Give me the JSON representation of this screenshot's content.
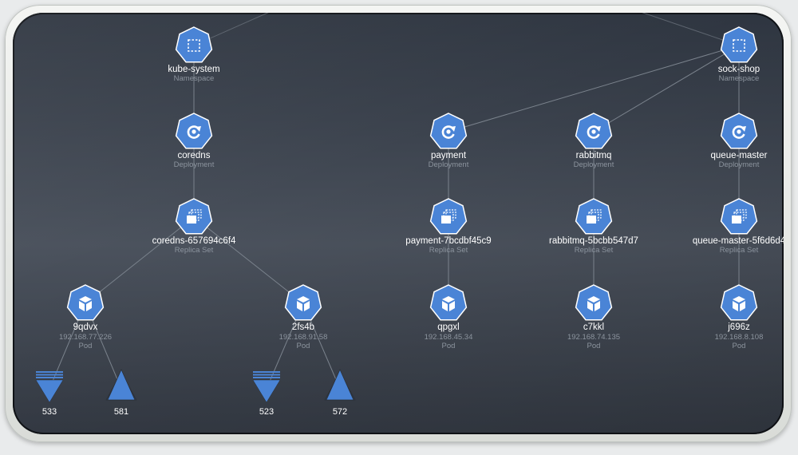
{
  "colors": {
    "node": "#4a84d6",
    "edge": "#7a828c",
    "label": "#ffffff",
    "sublabel": "#8c949e"
  },
  "nodes": [
    {
      "id": "kube-system",
      "name": "kube-system",
      "kind": "Namespace",
      "icon": "namespace-icon"
    },
    {
      "id": "sock-shop",
      "name": "sock-shop",
      "kind": "Namespace",
      "icon": "namespace-icon"
    },
    {
      "id": "coredns",
      "name": "coredns",
      "kind": "Deployment",
      "icon": "deployment-icon"
    },
    {
      "id": "payment",
      "name": "payment",
      "kind": "Deployment",
      "icon": "deployment-icon"
    },
    {
      "id": "rabbitmq",
      "name": "rabbitmq",
      "kind": "Deployment",
      "icon": "deployment-icon"
    },
    {
      "id": "queue-master",
      "name": "queue-master",
      "kind": "Deployment",
      "icon": "deployment-icon"
    },
    {
      "id": "coredns-rs",
      "name": "coredns-657694c6f4",
      "kind": "Replica Set",
      "icon": "replicaset-icon"
    },
    {
      "id": "payment-rs",
      "name": "payment-7bcdbf45c9",
      "kind": "Replica Set",
      "icon": "replicaset-icon"
    },
    {
      "id": "rabbitmq-rs",
      "name": "rabbitmq-5bcbb547d7",
      "kind": "Replica Set",
      "icon": "replicaset-icon"
    },
    {
      "id": "queue-master-rs",
      "name": "queue-master-5f6d6d4",
      "kind": "Replica Set",
      "icon": "replicaset-icon"
    },
    {
      "id": "pod-9qdvx",
      "name": "9qdvx",
      "ip": "192.168.77.226",
      "kind": "Pod",
      "icon": "pod-icon"
    },
    {
      "id": "pod-2fs4b",
      "name": "2fs4b",
      "ip": "192.168.91.58",
      "kind": "Pod",
      "icon": "pod-icon"
    },
    {
      "id": "pod-qpgxl",
      "name": "qpgxl",
      "ip": "192.168.45.34",
      "kind": "Pod",
      "icon": "pod-icon"
    },
    {
      "id": "pod-c7kkl",
      "name": "c7kkl",
      "ip": "192.168.74.135",
      "kind": "Pod",
      "icon": "pod-icon"
    },
    {
      "id": "pod-j696z",
      "name": "j696z",
      "ip": "192.168.8.108",
      "kind": "Pod",
      "icon": "pod-icon"
    }
  ],
  "metrics": [
    {
      "id": "m533",
      "value": "533",
      "direction": "down",
      "icon": "traffic-in-icon"
    },
    {
      "id": "m581",
      "value": "581",
      "direction": "up",
      "icon": "traffic-out-icon"
    },
    {
      "id": "m523",
      "value": "523",
      "direction": "down",
      "icon": "traffic-in-icon"
    },
    {
      "id": "m572",
      "value": "572",
      "direction": "up",
      "icon": "traffic-out-icon"
    }
  ],
  "edges": [
    [
      "kube-system",
      "coredns"
    ],
    [
      "coredns",
      "coredns-rs"
    ],
    [
      "coredns-rs",
      "pod-9qdvx"
    ],
    [
      "coredns-rs",
      "pod-2fs4b"
    ],
    [
      "pod-9qdvx",
      "m533"
    ],
    [
      "pod-9qdvx",
      "m581"
    ],
    [
      "pod-2fs4b",
      "m523"
    ],
    [
      "pod-2fs4b",
      "m572"
    ],
    [
      "sock-shop",
      "payment"
    ],
    [
      "sock-shop",
      "rabbitmq"
    ],
    [
      "sock-shop",
      "queue-master"
    ],
    [
      "payment",
      "payment-rs"
    ],
    [
      "rabbitmq",
      "rabbitmq-rs"
    ],
    [
      "queue-master",
      "queue-master-rs"
    ],
    [
      "payment-rs",
      "pod-qpgxl"
    ],
    [
      "rabbitmq-rs",
      "pod-c7kkl"
    ],
    [
      "queue-master-rs",
      "pod-j696z"
    ]
  ]
}
